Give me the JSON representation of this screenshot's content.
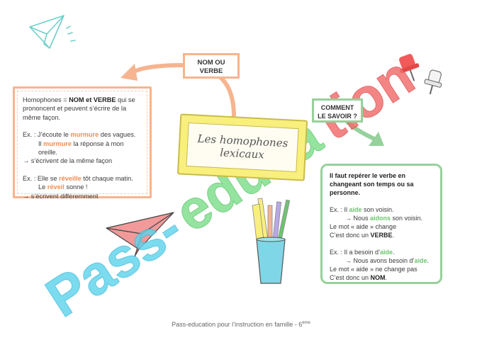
{
  "title": {
    "line1": "Les homophones",
    "line2": "lexicaux"
  },
  "labels": {
    "nom_verbe_1": "NOM OU",
    "nom_verbe_2": "VERBE",
    "comment_1": "COMMENT",
    "comment_2": "LE SAVOIR ?"
  },
  "left_box": {
    "def_pre": "Homophones = ",
    "def_bold": "NOM et VERBE",
    "def_post": " qui se prononcent et peuvent s’écrire de la même façon.",
    "ex1_prefix": "Ex. : J’écoute le ",
    "ex1_word": "murmure",
    "ex1_suffix": " des vagues.",
    "ex1b_prefix": "Il ",
    "ex1b_word": "murmure",
    "ex1b_suffix": " la réponse à mon oreille.",
    "ex1_conclusion": "→ s’écrivent de la même façon",
    "ex2_prefix": "Ex. : Elle se ",
    "ex2_word": "réveille",
    "ex2_suffix": " tôt chaque matin.",
    "ex2b_prefix": "Le ",
    "ex2b_word": "réveil",
    "ex2b_suffix": " sonne !",
    "ex2_conclusion": "→ s’écrivent différemment"
  },
  "right_box": {
    "intro": "Il faut repérer le verbe en changeant son temps ou sa personne.",
    "ex1_prefix": "Ex. : Il ",
    "ex1_word": "aide",
    "ex1_suffix": " son voisin.",
    "ex1b_prefix": "→ Nous ",
    "ex1b_word": "aidons",
    "ex1b_suffix": " son voisin.",
    "ex1_line3": "Le mot « aide » change",
    "ex1_line4_pre": "C’est donc un ",
    "ex1_line4_bold": "VERBE",
    "ex1_line4_post": ".",
    "ex2_prefix": "Ex. : Il a besoin d’",
    "ex2_word": "aide",
    "ex2_suffix": ".",
    "ex2b_prefix": "→ Nous avons besoin d’",
    "ex2b_word": "aide",
    "ex2b_suffix": ".",
    "ex2_line3": "Le mot « aide » ne change pas",
    "ex2_line4_pre": "C’est donc un ",
    "ex2_line4_bold": "NOM",
    "ex2_line4_post": "."
  },
  "watermark": "Pass-education",
  "footer": {
    "text": "Pass-education pour l’instruction en famille - 6",
    "sup": "ème"
  },
  "colors": {
    "orange": "#f6b48f",
    "green": "#96d19b",
    "yellow": "#f8ef7c",
    "watermark": "#5fd3ec",
    "watermark_red": "#f05a5a"
  },
  "icons": [
    "paper-plane-icon",
    "pushpin-icon",
    "pencil-cup-icon",
    "red-paper-plane-icon"
  ]
}
